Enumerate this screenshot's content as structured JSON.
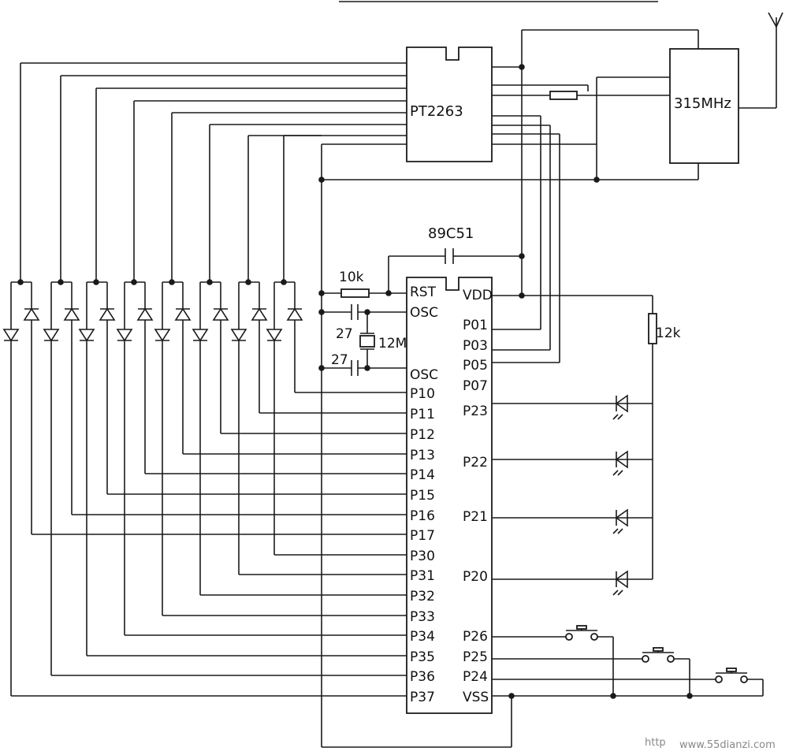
{
  "components": {
    "encoder": "PT2263",
    "transmitter": "315MHz",
    "mcu": "89C51",
    "r_reset": "10k",
    "r_led": "12k",
    "crystal": "12M",
    "cap1": "27",
    "cap2": "27"
  },
  "mcu_pins": {
    "left": [
      "RST",
      "OSC",
      "OSC",
      "P10",
      "P11",
      "P12",
      "P13",
      "P14",
      "P15",
      "P16",
      "P17",
      "P30",
      "P31",
      "P32",
      "P33",
      "P34",
      "P35",
      "P36",
      "P37"
    ],
    "right": [
      "VDD",
      "P01",
      "P03",
      "P05",
      "P07",
      "P23",
      "P22",
      "P21",
      "P20",
      "P26",
      "P25",
      "P24",
      "VSS"
    ]
  },
  "watermark": "www.55dianzi.com",
  "watermark_prefix": "http"
}
